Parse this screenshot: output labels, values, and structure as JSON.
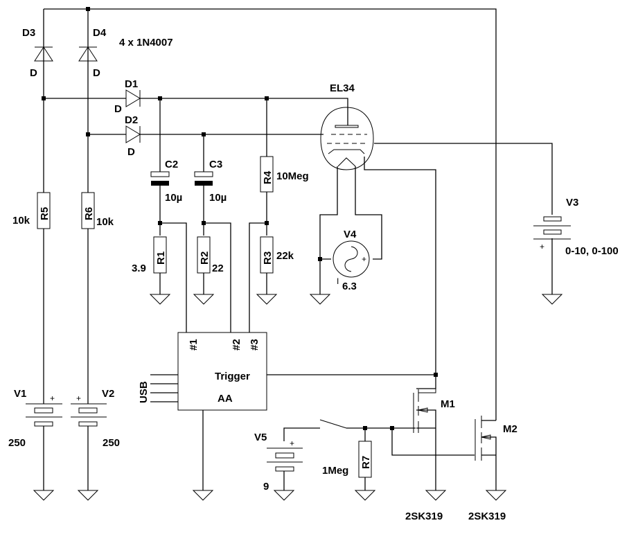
{
  "title": "EL34 tube tester schematic",
  "note": "4 x 1N4007",
  "diodes": [
    {
      "ref": "D1",
      "model": "D"
    },
    {
      "ref": "D2",
      "model": "D"
    },
    {
      "ref": "D3",
      "model": "D"
    },
    {
      "ref": "D4",
      "model": "D"
    }
  ],
  "resistors": [
    {
      "ref": "R1",
      "value": "3.9"
    },
    {
      "ref": "R2",
      "value": "22"
    },
    {
      "ref": "R3",
      "value": "22k"
    },
    {
      "ref": "R4",
      "value": "10Meg"
    },
    {
      "ref": "R5",
      "value": "10k"
    },
    {
      "ref": "R6",
      "value": "10k"
    },
    {
      "ref": "R7",
      "value": "1Meg"
    }
  ],
  "capacitors": [
    {
      "ref": "C2",
      "value": "10µ"
    },
    {
      "ref": "C3",
      "value": "10µ"
    }
  ],
  "sources": [
    {
      "ref": "V1",
      "value": "250"
    },
    {
      "ref": "V2",
      "value": "250"
    },
    {
      "ref": "V3",
      "value": "0-10, 0-100"
    },
    {
      "ref": "V4",
      "value": "6.3"
    },
    {
      "ref": "V5",
      "value": "9"
    }
  ],
  "tube": {
    "ref": "EL34"
  },
  "mosfets": [
    {
      "ref": "M1",
      "model": "2SK319"
    },
    {
      "ref": "M2",
      "model": "2SK319"
    }
  ],
  "module": {
    "line1": "Trigger",
    "line2": "AA",
    "usb": "USB",
    "pins": [
      "#1",
      "#2",
      "#3"
    ]
  },
  "plus_sign": "+",
  "minus_sign": "-"
}
